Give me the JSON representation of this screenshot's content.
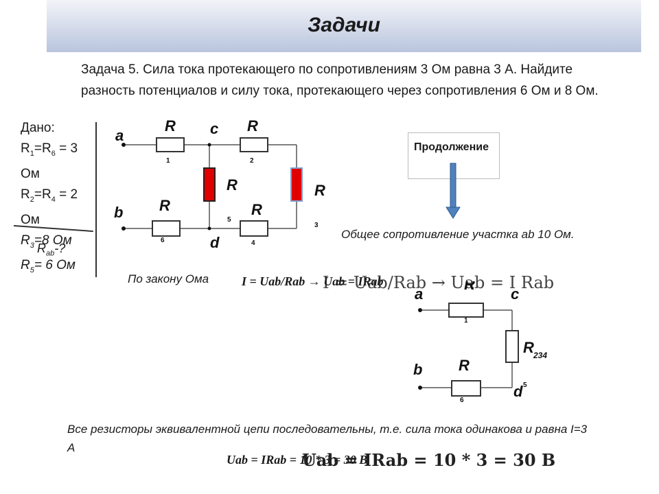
{
  "header": {
    "title": "Задачи"
  },
  "task": {
    "text": "Задача 5. Сила тока протекающего по сопротивлениям 3 Ом равна 3 А. Найдите разность потенциалов и силу тока, протекающего через сопротивления 6 Ом и 8 Ом."
  },
  "given": {
    "title": "Дано:",
    "r1": "R",
    "r1_sub": "1",
    "r1_mid": "=R",
    "r6_sub": "6",
    "r1_val": " = 3 Ом",
    "r2": "R",
    "r2_sub": "2",
    "r2_mid": "=R",
    "r4_sub": "4",
    "r2_val": " = 2 Ом",
    "r3": "R",
    "r3_sub": "3",
    "r3_val": "=8 Ом",
    "r5": "R",
    "r5_sub": "5",
    "r5_val": "= 6 Ом",
    "rab": "R",
    "rab_sub": "ab",
    "rab_q": "-?"
  },
  "circuit1": {
    "node_a": "a",
    "node_b": "b",
    "node_c": "c",
    "node_d": "d",
    "r_letter": "R",
    "sub1": "1",
    "sub2": "2",
    "sub3": "3",
    "sub4": "4",
    "sub5": "5",
    "sub6": "6"
  },
  "continue_button": {
    "label": "Продолжение"
  },
  "total_resistance": {
    "text": "Общее сопротивление участка ab 10 Ом."
  },
  "ohm_law": {
    "label": "По закону Ома",
    "formula_left": "I = Uab/Rab → Uab = IRab",
    "formula_right": "I = Uab/Rab → Uab = I Rab"
  },
  "circuit2": {
    "node_a": "a",
    "node_b": "b",
    "node_c": "c",
    "node_d": "d",
    "r_letter": "R",
    "sub1": "1",
    "r234": "R",
    "r234_sub": "234",
    "sub5": "5",
    "sub6": "6"
  },
  "series": {
    "text": "Все резисторы эквивалентной цепи последовательны, т.е. сила тока одинакова и равна I=3 А"
  },
  "final": {
    "formula_small": "Uab = IRab = 10 * 3 = 30 В",
    "formula_big": "Uab = IRab = 10 * 3 = 30 В"
  },
  "colors": {
    "header_top": "#f2f4f9",
    "header_bottom": "#b9c4dd",
    "red_resistor": "#e00000",
    "arrow": "#4f81bd"
  }
}
